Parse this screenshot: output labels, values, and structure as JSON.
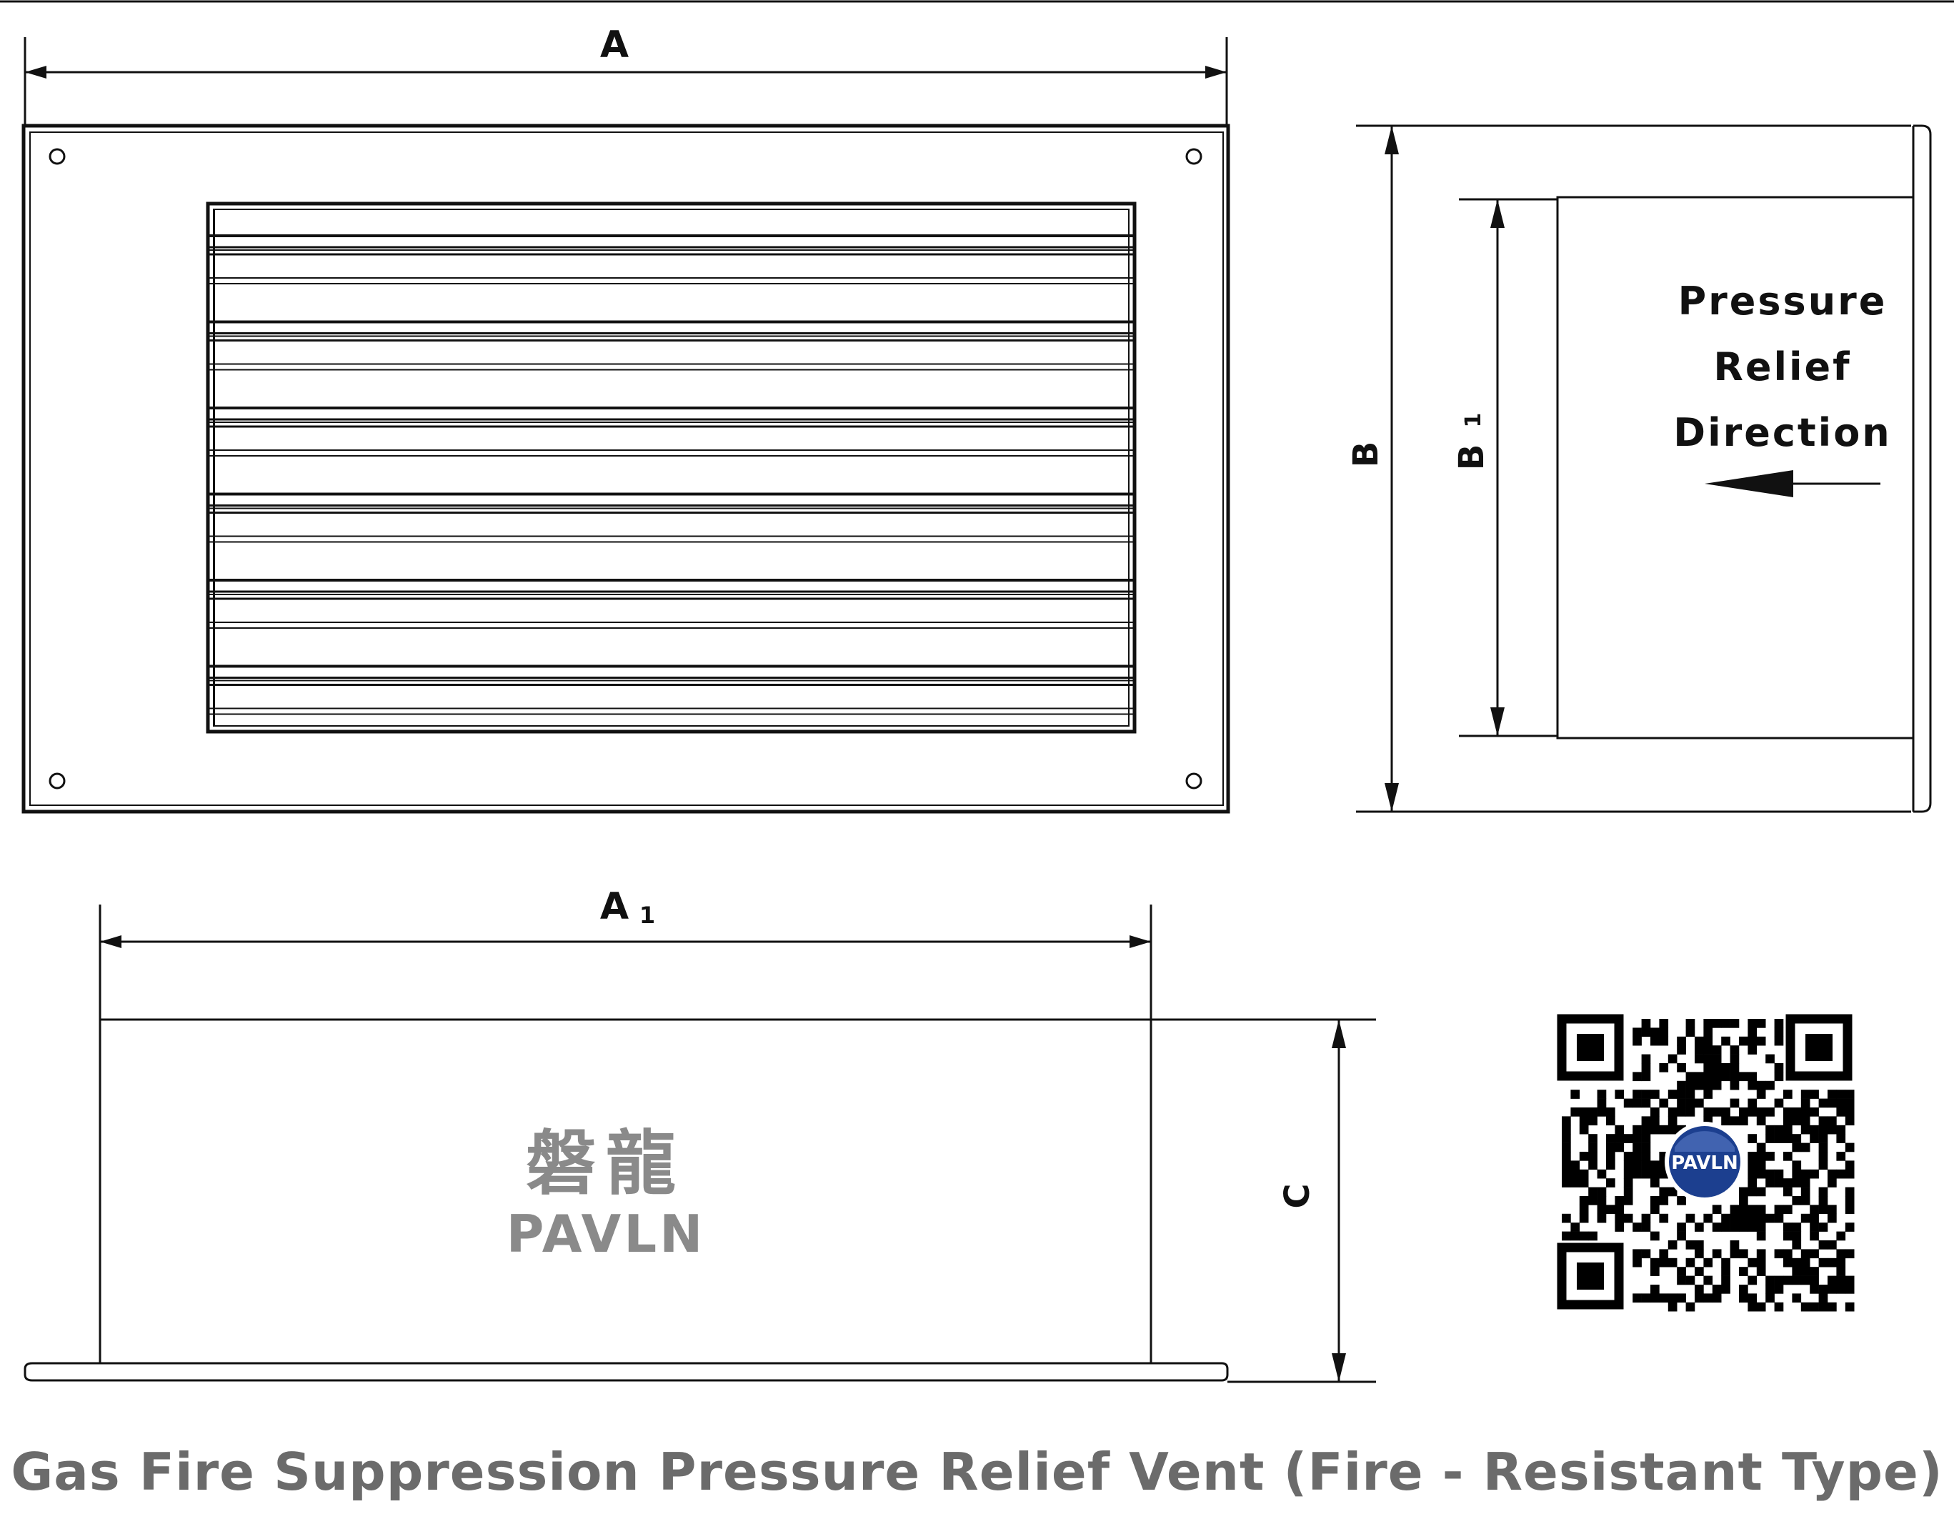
{
  "labels": {
    "front_width": "A",
    "inner_width": "A",
    "inner_width_sub": "1",
    "height": "B",
    "inner_height": "B",
    "inner_height_sub": "1",
    "depth": "C"
  },
  "pressure_relief": {
    "line1": "Pressure",
    "line2": "Relief",
    "line3": "Direction"
  },
  "brand": {
    "chinese": "磐龍",
    "latin": "PAVLN",
    "badge": "PAVLN"
  },
  "caption": "Gas Fire Suppression Pressure Relief Vent (Fire - Resistant Type)",
  "colors": {
    "line": "#111111",
    "logo": "#8a8a8a",
    "caption": "#6b6b6b",
    "badge": "#1c3f8f"
  },
  "icons": {
    "qr": "qr-code-icon",
    "arrow": "arrow-left-icon"
  }
}
